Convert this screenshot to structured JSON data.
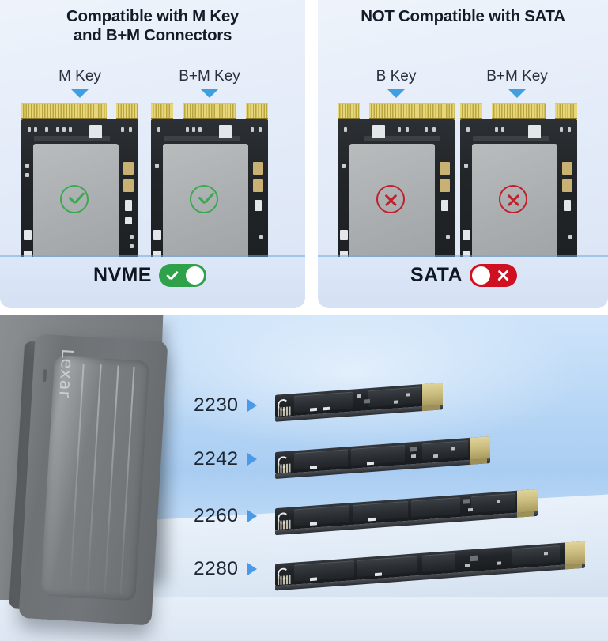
{
  "top": {
    "panels": [
      {
        "id": "nvme",
        "title": "Compatible with M Key\nand B+M Connectors",
        "title_line1": "Compatible with M Key",
        "title_line2": "and B+M Connectors",
        "drives": [
          {
            "key_label": "M Key",
            "status_icon": "check-circle-icon",
            "status": "compatible"
          },
          {
            "key_label": "B+M Key",
            "status_icon": "check-circle-icon",
            "status": "compatible"
          }
        ],
        "verdict": {
          "text": "NVME",
          "toggle_state": "on",
          "toggle_icon": "check-icon",
          "color": "#2fa14a"
        }
      },
      {
        "id": "sata",
        "title": "NOT Compatible with SATA",
        "title_line1": "NOT Compatible with SATA",
        "title_line2": "",
        "drives": [
          {
            "key_label": "B Key",
            "status_icon": "x-circle-icon",
            "status": "incompatible"
          },
          {
            "key_label": "B+M Key",
            "status_icon": "x-circle-icon",
            "status": "incompatible"
          }
        ],
        "verdict": {
          "text": "SATA",
          "toggle_state": "off",
          "toggle_icon": "x-icon",
          "color": "#cf1020"
        }
      }
    ],
    "pointer_icon": "triangle-down-icon"
  },
  "bottom": {
    "enclosure": {
      "brand": "Lexar",
      "led_icon": "led-indicator-icon"
    },
    "pointer_icon": "triangle-right-icon",
    "sizes": [
      {
        "label": "2230"
      },
      {
        "label": "2242"
      },
      {
        "label": "2260"
      },
      {
        "label": "2280"
      }
    ]
  },
  "colors": {
    "accent_blue": "#4a9ae8",
    "ok_green": "#2fa14a",
    "err_red": "#cf1020",
    "title_dark": "#141b26"
  }
}
